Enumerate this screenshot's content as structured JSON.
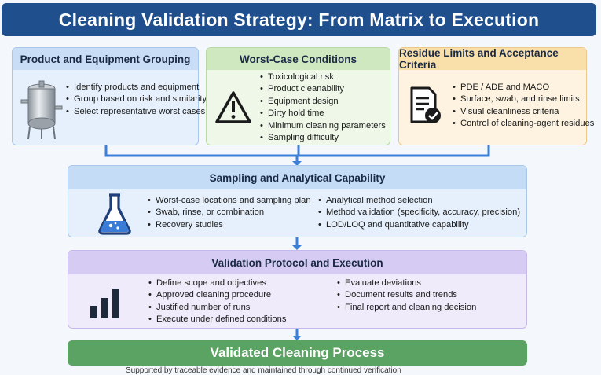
{
  "title": "Cleaning Validation Strategy: From Matrix to Execution",
  "cards": {
    "grouping": {
      "title": "Product and Equipment Grouping",
      "items": [
        "Identify products and equipment",
        "Group based on risk and similarity",
        "Select representative worst cases"
      ]
    },
    "worst_case": {
      "title": "Worst-Case Conditions",
      "items": [
        "Toxicological risk",
        "Product cleanability",
        "Equipment design",
        "Dirty hold time",
        "Minimum cleaning parameters",
        "Sampling difficulty"
      ]
    },
    "residue": {
      "title": "Residue Limits and Acceptance Criteria",
      "items": [
        "PDE / ADE and MACO",
        "Surface, swab, and rinse limits",
        "Visual cleanliness criteria",
        "Control of cleaning-agent residues"
      ]
    },
    "sampling": {
      "title": "Sampling and Analytical Capability",
      "left_items": [
        "Worst-case locations and sampling plan",
        "Swab, rinse, or combination",
        "Recovery studies"
      ],
      "right_items": [
        "Analytical method selection",
        "Method validation (specificity, accuracy, precision)",
        "LOD/LOQ and quantitative capability"
      ]
    },
    "protocol": {
      "title": "Validation Protocol and Execution",
      "left_items": [
        "Define scope and odjectives",
        "Approved cleaning procedure",
        "Justified number of runs",
        "Execute under defined conditions"
      ],
      "right_items": [
        "Evaluate deviations",
        "Document results and trends",
        "Final report and cleaning decision"
      ]
    }
  },
  "final": "Validated Cleaning Process",
  "footnote": "Supported by traceable evidence and maintained through continued verification",
  "colors": {
    "title_bg": "#1f4f8c",
    "arrow": "#3b7fd9",
    "final_bg": "#5aa363"
  },
  "icons": [
    "tank-icon",
    "warning-icon",
    "checklist-icon",
    "flask-icon",
    "bar-chart-icon"
  ]
}
